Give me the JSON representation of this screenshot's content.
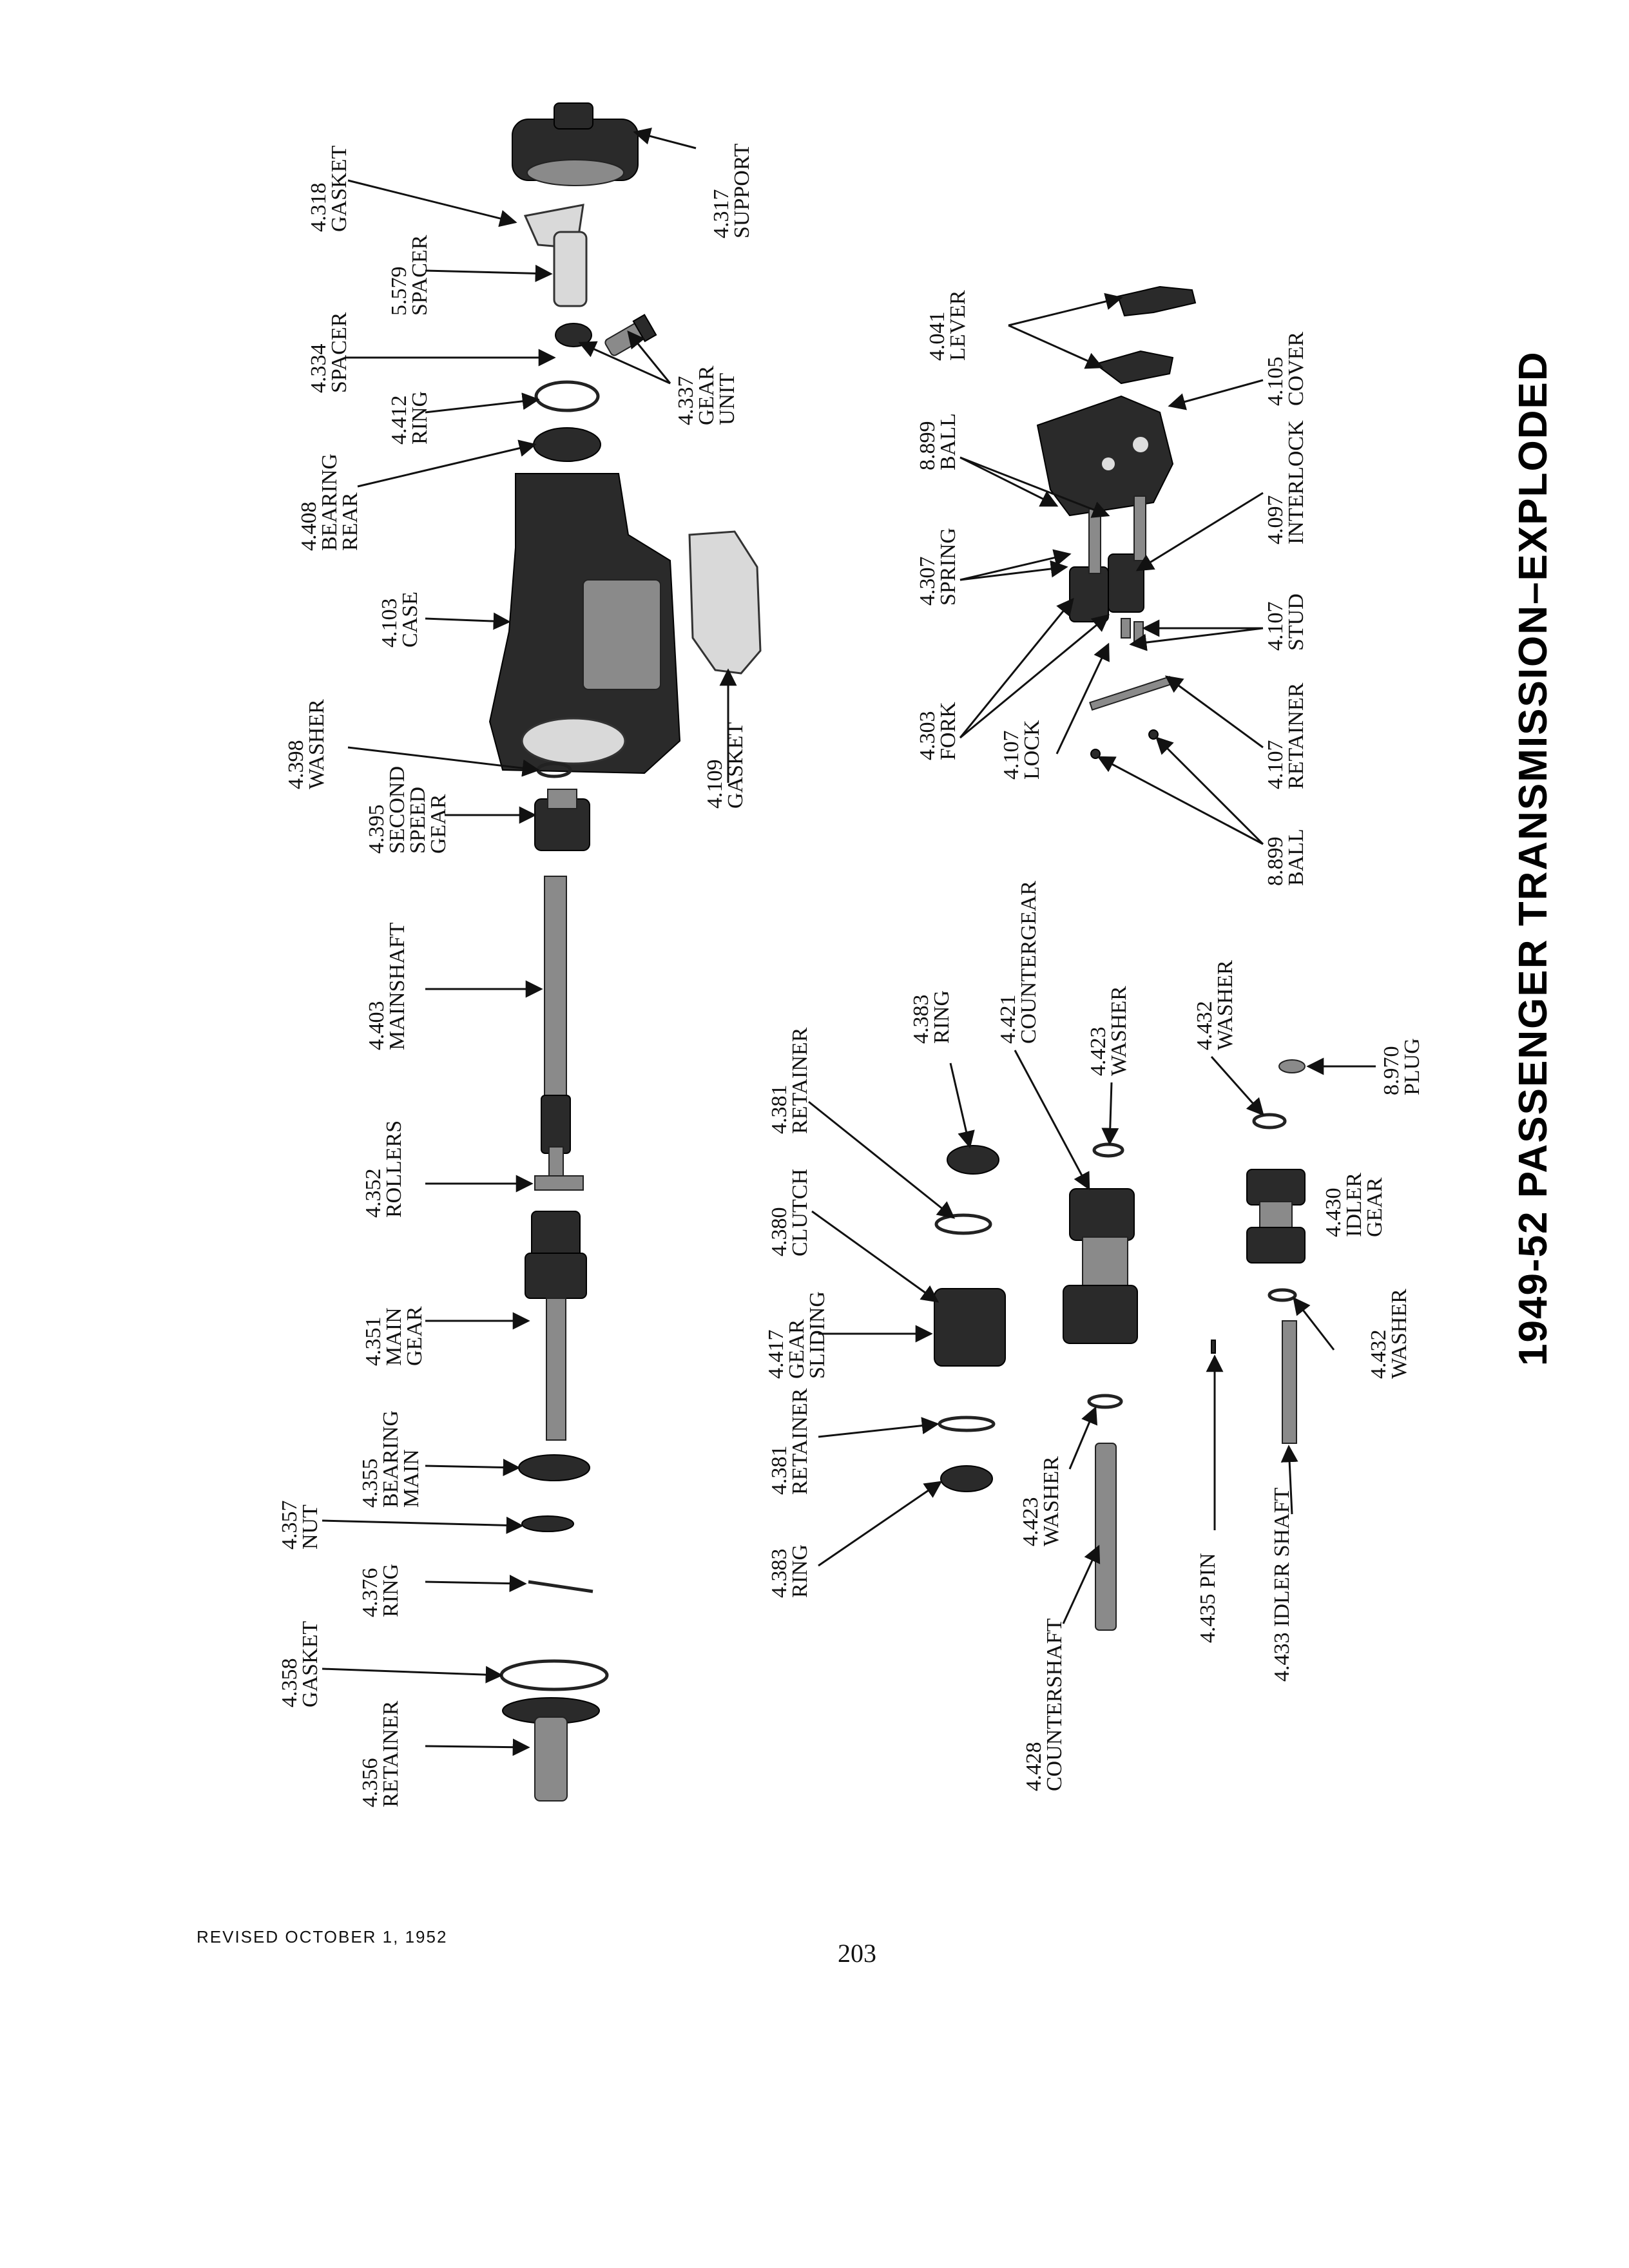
{
  "page": {
    "title": "1949-52 PASSENGER TRANSMISSION–EXPLODED",
    "revised": "REVISED OCTOBER 1, 1952",
    "page_number": "203"
  },
  "labels": {
    "gasket_4318": [
      "4.318",
      "GASKET"
    ],
    "support_4317": [
      "4.317",
      "SUPPORT"
    ],
    "spacer_5579": [
      "5.579",
      "SPACER"
    ],
    "spacer_4334": [
      "4.334",
      "SPACER"
    ],
    "gear_unit_4337": [
      "4.337",
      "GEAR",
      "UNIT"
    ],
    "ring_4412": [
      "4.412",
      "RING"
    ],
    "bearing_rear_4408": [
      "4.408",
      "BEARING",
      "REAR"
    ],
    "case_4103": [
      "4.103",
      "CASE"
    ],
    "gasket_4109": [
      "4.109",
      "GASKET"
    ],
    "washer_4398": [
      "4.398",
      "WASHER"
    ],
    "second_speed_gear_4395": [
      "4.395",
      "SECOND",
      "SPEED",
      "GEAR"
    ],
    "mainshaft_4403": [
      "4.403",
      "MAINSHAFT"
    ],
    "rollers_4352": [
      "4.352",
      "ROLLERS"
    ],
    "main_gear_4351": [
      "4.351",
      "MAIN",
      "GEAR"
    ],
    "bearing_main_4355": [
      "4.355",
      "BEARING",
      "MAIN"
    ],
    "nut_4357": [
      "4.357",
      "NUT"
    ],
    "ring_4376": [
      "4.376",
      "RING"
    ],
    "gasket_4358": [
      "4.358",
      "GASKET"
    ],
    "retainer_4356": [
      "4.356",
      "RETAINER"
    ],
    "lever_4041": [
      "4.041",
      "LEVER"
    ],
    "cover_4105": [
      "4.105",
      "COVER"
    ],
    "ball_8899_top": [
      "8.899",
      "BALL"
    ],
    "interlock_4097": [
      "4.097",
      "INTERLOCK"
    ],
    "spring_4307": [
      "4.307",
      "SPRING"
    ],
    "stud_4107": [
      "4.107",
      "STUD"
    ],
    "fork_4303": [
      "4.303",
      "FORK"
    ],
    "lock_4107": [
      "4.107",
      "LOCK"
    ],
    "retainer_4107": [
      "4.107",
      "RETAINER"
    ],
    "ball_8899_bottom": [
      "8.899",
      "BALL"
    ],
    "ring_4383_top": [
      "4.383",
      "RING"
    ],
    "retainer_4381_top": [
      "4.381",
      "RETAINER"
    ],
    "countergear_4421": [
      "4.421",
      "COUNTERGEAR"
    ],
    "washer_4423_top": [
      "4.423",
      "WASHER"
    ],
    "washer_4432_top": [
      "4.432",
      "WASHER"
    ],
    "plug_8970": [
      "8.970",
      "PLUG"
    ],
    "clutch_4380": [
      "4.380",
      "CLUTCH"
    ],
    "idler_gear_4430": [
      "4.430",
      "IDLER",
      "GEAR"
    ],
    "gear_sliding_4417": [
      "4.417",
      "GEAR",
      "SLIDING"
    ],
    "washer_4432_bottom": [
      "4.432",
      "WASHER"
    ],
    "retainer_4381_bottom": [
      "4.381",
      "RETAINER"
    ],
    "ring_4383_bottom": [
      "4.383",
      "RING"
    ],
    "washer_4423_bottom": [
      "4.423",
      "WASHER"
    ],
    "pin_4435": [
      "4.435 PIN"
    ],
    "idler_shaft_4433": [
      "4.433 IDLER SHAFT"
    ],
    "countershaft_4428": [
      "4.428",
      "COUNTERSHAFT"
    ]
  }
}
